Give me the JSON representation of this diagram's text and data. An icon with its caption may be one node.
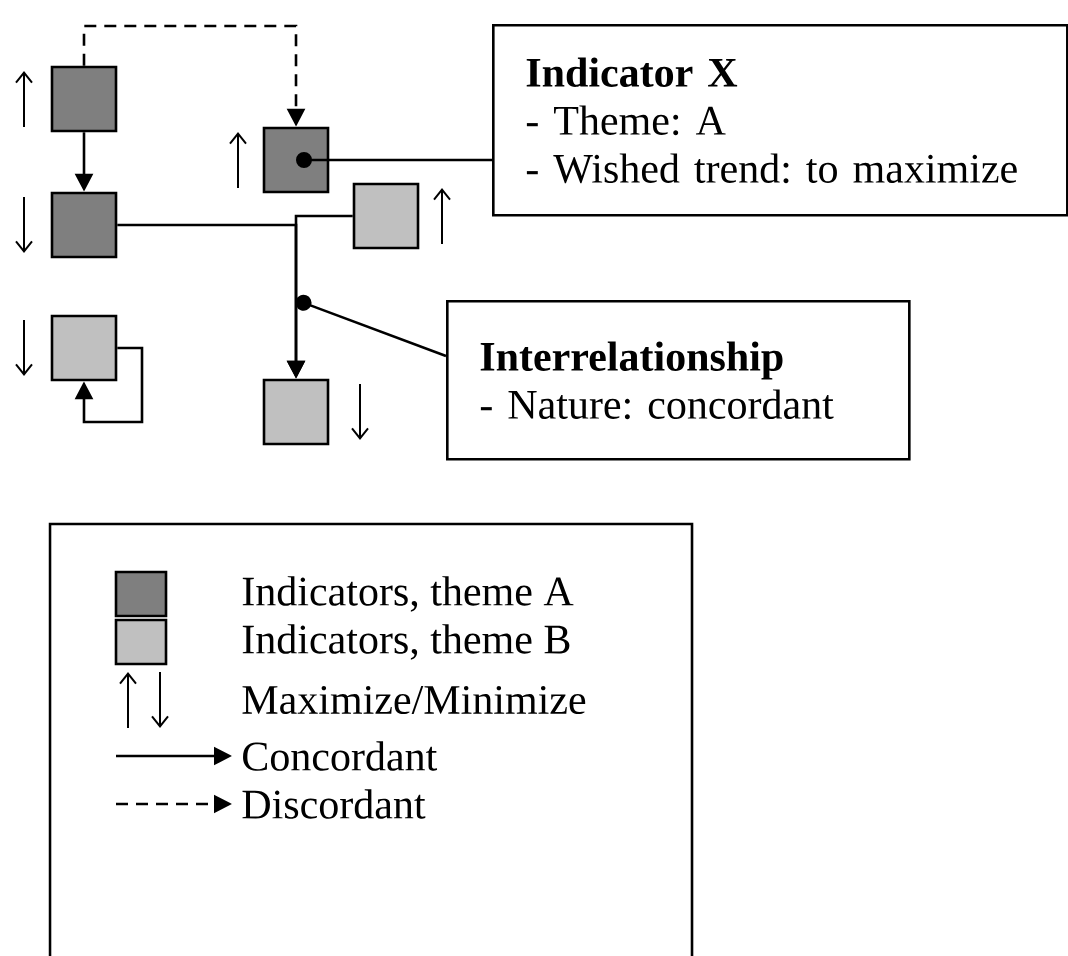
{
  "diagram": {
    "nodes": [
      {
        "text": [],
        "shape": "box"
      },
      {
        "text": [],
        "shape": "box"
      },
      {
        "text": [],
        "shape": "box"
      },
      {
        "text": [],
        "shape": "box"
      },
      {
        "text": [],
        "shape": "box"
      },
      {
        "text": [],
        "shape": "box"
      },
      {
        "text": [
          "Indicator X",
          "- Theme: A",
          "- Wished trend: to maximize"
        ]
      },
      {
        "text": [
          "Interrelationship",
          "- Nature: concordant"
        ]
      }
    ],
    "edges": [
      {
        "from": 0,
        "to": 2,
        "arrow": "to",
        "style": "dashed"
      },
      {
        "from": 0,
        "to": 1,
        "arrow": "to"
      },
      {
        "from": 1,
        "to": 5,
        "arrow": "to"
      },
      {
        "from": 3,
        "to": 5,
        "arrow": "to"
      },
      {
        "from": 4,
        "to": 4,
        "arrow": "to"
      },
      {
        "from": 6,
        "to": 2,
        "arrow": "other"
      },
      {
        "from": 7,
        "to": null,
        "arrow": "other"
      }
    ],
    "legend": [
      {
        "text": "Indicators, theme A",
        "color": "#7f7f7f"
      },
      {
        "text": "Indicators, theme B",
        "color": "#c0c0c0"
      },
      {
        "text": "Maximize/Minimize"
      },
      {
        "text": "Concordant"
      },
      {
        "text": "Discordant"
      }
    ]
  }
}
